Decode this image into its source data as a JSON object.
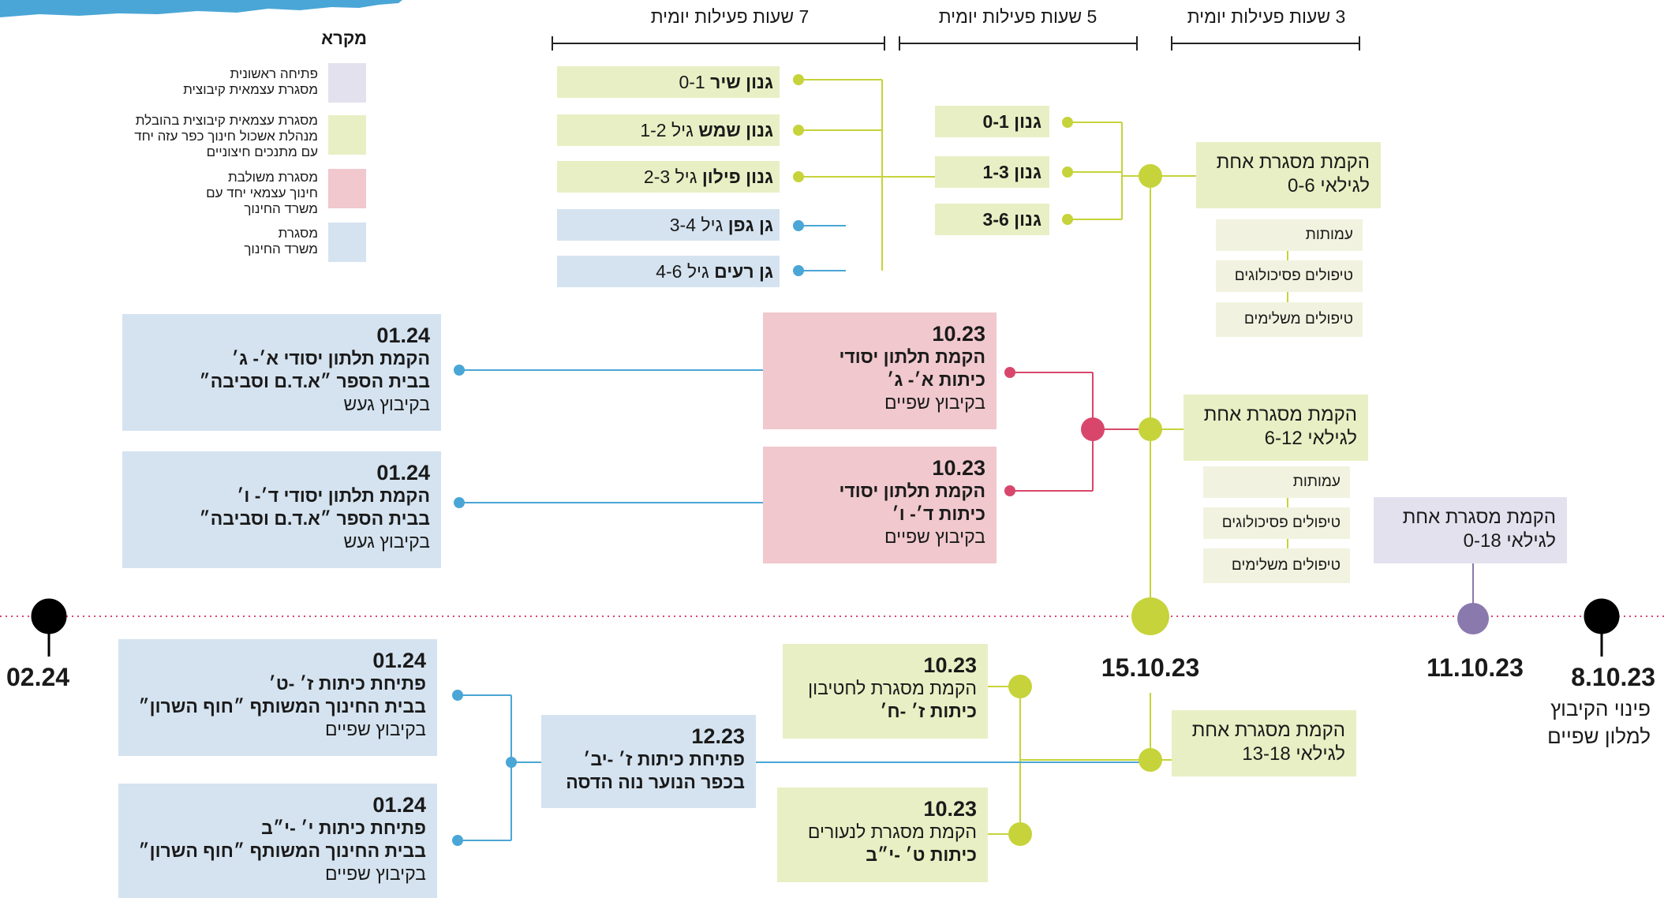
{
  "colors": {
    "green": "#c6d33a",
    "pink": "#d8476b",
    "blue": "#4aa6d6",
    "purple": "#8a79ad",
    "black": "#000000",
    "axis": "#d8476b"
  },
  "headers": {
    "h7": "7 שעות פעילות יומית",
    "h5": "5 שעות פעילות יומית",
    "h3": "3 שעות פעילות יומית"
  },
  "legend": {
    "title": "מקרא",
    "items": [
      {
        "label": "פתיחה ראשונית\nמסגרת עצמאית קיבוצית",
        "color": "#e4e1ef"
      },
      {
        "label": "מסגרת עצמאית קיבוצית בהובלת\nמנהלת אשכול חינוך כפר עזה יחד\nעם מתנכים חיצוניים",
        "color": "#e9efc4"
      },
      {
        "label": "מסגרת משולבת\nחינוך עצמאי יחד עם\nמשרד החינוך",
        "color": "#f0c8cd"
      },
      {
        "label": "מסגרת\nמשרד החינוך",
        "color": "#d5e3f0"
      }
    ]
  },
  "gans7": [
    {
      "bold": "גנון שיר",
      "rest": " 0-1"
    },
    {
      "bold": "גנון שמש",
      "rest": " גיל 1-2"
    },
    {
      "bold": "גנון פילון",
      "rest": " גיל 2-3"
    },
    {
      "bold": "גן גפן",
      "rest": " גיל 3-4"
    },
    {
      "bold": "גן רעים",
      "rest": " גיל 4-6"
    }
  ],
  "gans5": [
    {
      "bold": "גנון 0-1"
    },
    {
      "bold": "גנון 1-3"
    },
    {
      "bold": "גנון 3-6"
    }
  ],
  "frame06": {
    "l1": "הקמת מסגרת אחת",
    "l2": "לגילאי 0-6"
  },
  "frame612": {
    "l1": "הקמת מסגרת אחת",
    "l2": "לגילאי 6-12"
  },
  "frame018": {
    "l1": "הקמת מסגרת אחת",
    "l2": "לגילאי 0-18"
  },
  "frame1318": {
    "l1": "הקמת מסגרת אחת",
    "l2": "לגילאי 13-18"
  },
  "sub06": [
    "עמותות",
    "טיפולים פסיכולוגים",
    "טיפולים משלימים"
  ],
  "sub612": [
    "עמותות",
    "טיפולים פסיכולוגים",
    "טיפולים משלימים"
  ],
  "pink1": {
    "date": "10.23",
    "l1": "הקמת תלתון יסודי",
    "l2": "כיתות א׳- ג׳",
    "l3": "בקיבוץ שפיים"
  },
  "pink2": {
    "date": "10.23",
    "l1": "הקמת תלתון יסודי",
    "l2": "כיתות ד׳- ו׳",
    "l3": "בקיבוץ שפיים"
  },
  "blue1": {
    "date": "01.24",
    "l1": "הקמת תלתון יסודי א׳- ג׳",
    "l2": "בבית הספר ״א.ד.ם וסביבה״",
    "l3": "בקיבוץ געש"
  },
  "blue2": {
    "date": "01.24",
    "l1": "הקמת תלתון יסודי ד׳- ו׳",
    "l2": "בבית הספר ״א.ד.ם וסביבה״",
    "l3": "בקיבוץ געש"
  },
  "blue3": {
    "date": "01.24",
    "l1": "פתיחת כיתות ז׳ -ט׳",
    "l2": "בבית החינוך המשותף ״חוף השרון״",
    "l3": "בקיבוץ שפיים"
  },
  "blue4": {
    "date": "01.24",
    "l1": "פתיחת כיתות י׳ -י״ב",
    "l2": "בבית החינוך המשותף ״חוף השרון״",
    "l3": "בקיבוץ שפיים"
  },
  "blue5": {
    "date": "12.23",
    "l1": "פתיחת כיתות ז׳ -יב׳",
    "l2": "בכפר הנוער נוה הדסה"
  },
  "green1": {
    "date": "10.23",
    "l1": "הקמת מסגרת לחטיבון",
    "l2": "כיתות ז׳ -ח׳"
  },
  "green2": {
    "date": "10.23",
    "l1": "הקמת מסגרת לנעורים",
    "l2": "כיתות ט׳ -י״ב"
  },
  "timeline": {
    "d0": "8.10.23",
    "d0_sub1": "פינוי הקיבוץ",
    "d0_sub2": "למלון שפיים",
    "d1": "11.10.23",
    "d2": "15.10.23",
    "d3": "02.24"
  }
}
